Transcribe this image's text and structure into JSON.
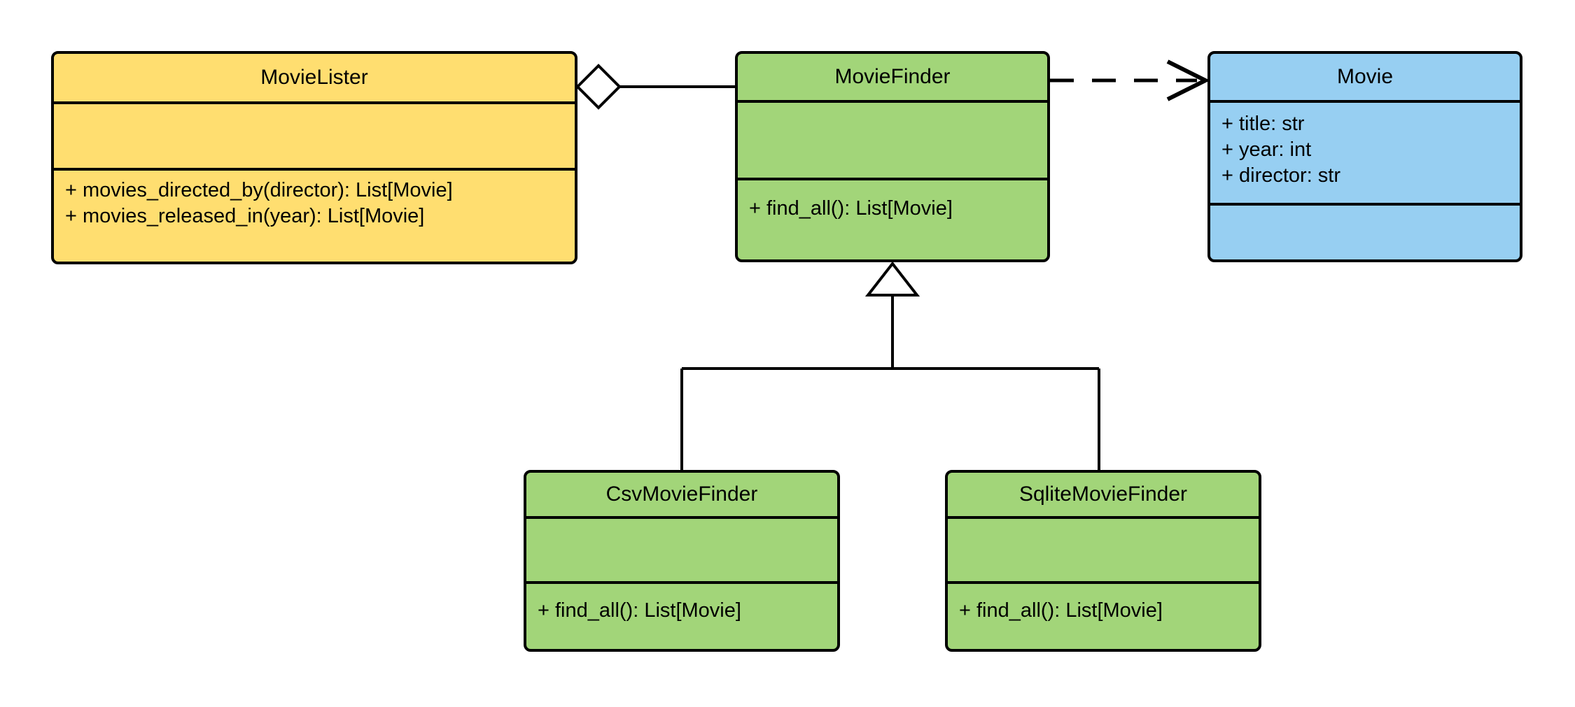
{
  "diagram": {
    "kind": "uml-class-diagram",
    "background": "#ffffff",
    "line_color": "#000000",
    "palette": {
      "yellow": "#ffde70",
      "green": "#a2d579",
      "blue": "#97cff2",
      "stroke": "#000000",
      "fill_white": "#ffffff"
    }
  },
  "classes": {
    "movie_lister": {
      "name": "MovieLister",
      "fill": "#ffde70",
      "attributes": [],
      "methods": [
        "+ movies_directed_by(director): List[Movie]",
        "+ movies_released_in(year): List[Movie]"
      ]
    },
    "movie_finder": {
      "name": "MovieFinder",
      "fill": "#a2d579",
      "attributes": [],
      "methods": [
        "+ find_all(): List[Movie]"
      ]
    },
    "movie": {
      "name": "Movie",
      "fill": "#97cff2",
      "attributes": [
        "+ title: str",
        "+ year: int",
        "+ director: str"
      ],
      "methods": []
    },
    "csv_movie_finder": {
      "name": "CsvMovieFinder",
      "fill": "#a2d579",
      "attributes": [],
      "methods": [
        "+ find_all(): List[Movie]"
      ]
    },
    "sqlite_movie_finder": {
      "name": "SqliteMovieFinder",
      "fill": "#a2d579",
      "attributes": [],
      "methods": [
        "+ find_all(): List[Movie]"
      ]
    }
  },
  "relationships": [
    {
      "id": "aggregation-lister-finder",
      "type": "aggregation",
      "source": "MovieLister",
      "target": "MovieFinder",
      "marker": "hollow-diamond",
      "line_style": "solid"
    },
    {
      "id": "dependency-finder-movie",
      "type": "dependency",
      "source": "MovieFinder",
      "target": "Movie",
      "marker": "open-arrow",
      "line_style": "dashed"
    },
    {
      "id": "generalization-csv-finder",
      "type": "generalization",
      "source": "CsvMovieFinder",
      "target": "MovieFinder",
      "marker": "hollow-triangle",
      "line_style": "solid"
    },
    {
      "id": "generalization-sqlite-finder",
      "type": "generalization",
      "source": "SqliteMovieFinder",
      "target": "MovieFinder",
      "marker": "hollow-triangle",
      "line_style": "solid"
    }
  ]
}
